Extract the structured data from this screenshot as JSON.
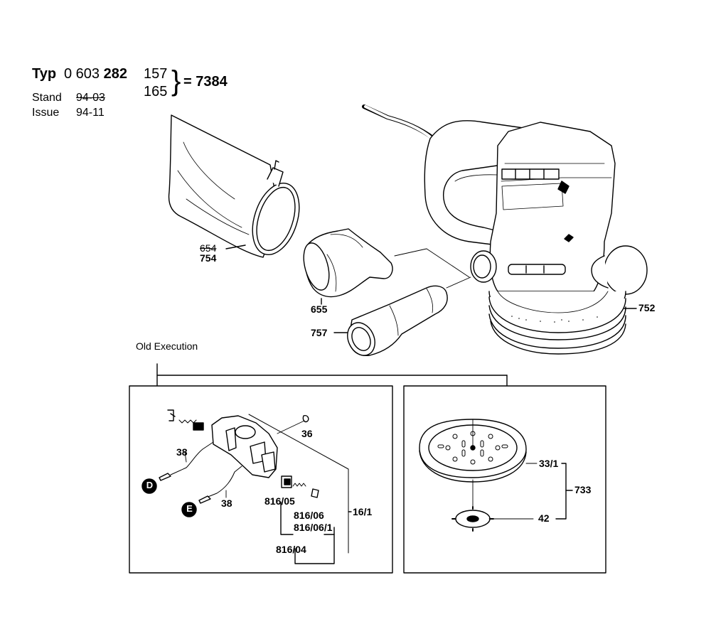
{
  "header": {
    "typ_label": "Typ",
    "model_prefix": "0 603",
    "model_bold": "282",
    "variant_1": "157",
    "variant_2": "165",
    "equals": "= 7384",
    "stand_label": "Stand",
    "stand_value": "94-03",
    "issue_label": "Issue",
    "issue_value": "94-11"
  },
  "section_label": "Old Execution",
  "callouts": {
    "p654": "654",
    "p754": "754",
    "p655": "655",
    "p757": "757",
    "p752": "752",
    "p36": "36",
    "p38a": "38",
    "p38b": "38",
    "p816_05": "816/05",
    "p816_06": "816/06",
    "p816_06_1": "816/06/1",
    "p816_04": "816/04",
    "p16_1": "16/1",
    "p33_1": "33/1",
    "p733": "733",
    "p42": "42",
    "circle_d": "D",
    "circle_e": "E"
  }
}
